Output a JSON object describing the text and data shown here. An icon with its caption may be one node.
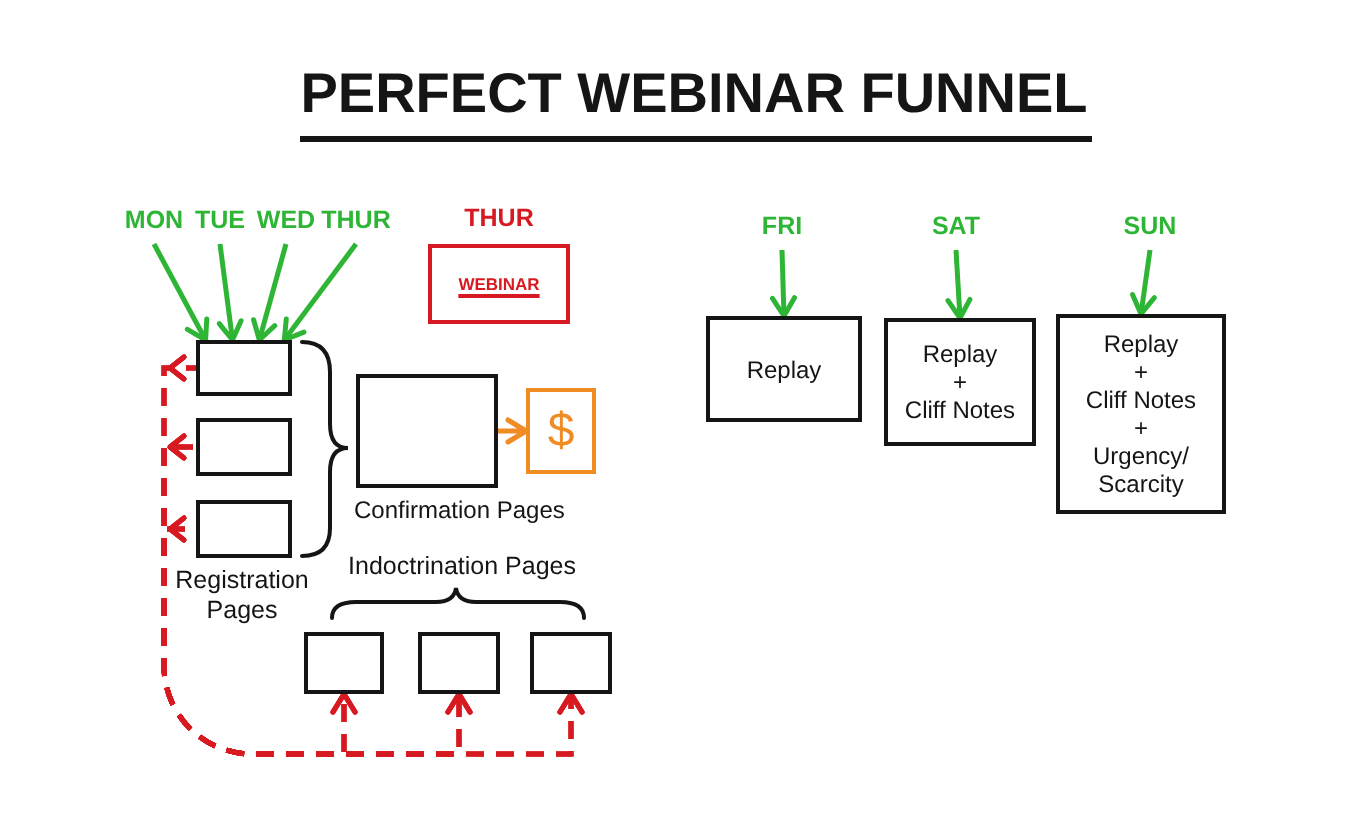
{
  "diagram": {
    "title": "PERFECT WEBINAR FUNNEL",
    "nodes": [
      {
        "text": [
          "MON"
        ]
      },
      {
        "text": [
          "TUE"
        ]
      },
      {
        "text": [
          "WED"
        ]
      },
      {
        "text": [
          "THUR"
        ]
      },
      {
        "text": [
          "THUR",
          "WEBINAR"
        ]
      },
      {
        "text": [
          "FRI"
        ]
      },
      {
        "text": [
          "SAT"
        ]
      },
      {
        "text": [
          "SUN"
        ]
      },
      {
        "text": [
          "Replay"
        ]
      },
      {
        "text": [
          "Replay",
          "+",
          "Cliff Notes"
        ]
      },
      {
        "text": [
          "Replay",
          "+",
          "Cliff Notes",
          "+",
          "Urgency/ Scarcity"
        ]
      },
      {
        "text": [],
        "shape": "box"
      },
      {
        "text": [],
        "shape": "box"
      },
      {
        "text": [],
        "shape": "box"
      },
      {
        "text": [],
        "shape": "box",
        "beside": [
          "Confirmation Pages"
        ]
      },
      {
        "text": [
          "$"
        ]
      },
      {
        "text": [],
        "shape": "box"
      },
      {
        "text": [],
        "shape": "box"
      },
      {
        "text": [],
        "shape": "box"
      }
    ],
    "edges": [
      {
        "from": 0,
        "to": 11,
        "arrow": "to",
        "color": "#2fb536"
      },
      {
        "from": 1,
        "to": 11,
        "arrow": "to",
        "color": "#2fb536"
      },
      {
        "from": 2,
        "to": 11,
        "arrow": "to",
        "color": "#2fb536"
      },
      {
        "from": 3,
        "to": 11,
        "arrow": "to",
        "color": "#2fb536"
      },
      {
        "from": 5,
        "to": 8,
        "arrow": "to",
        "color": "#2fb536"
      },
      {
        "from": 6,
        "to": 9,
        "arrow": "to",
        "color": "#2fb536"
      },
      {
        "from": 7,
        "to": 10,
        "arrow": "to",
        "color": "#2fb536"
      },
      {
        "from": 14,
        "to": 15,
        "arrow": "to",
        "color": "#f08c24"
      },
      {
        "from": 11,
        "to": 16,
        "arrow": "to",
        "style": "dashed",
        "color": "#d71a21"
      },
      {
        "from": 11,
        "to": 17,
        "arrow": "to",
        "style": "dashed",
        "color": "#d71a21"
      },
      {
        "from": 11,
        "to": 18,
        "arrow": "to",
        "style": "dashed",
        "color": "#d71a21"
      },
      {
        "from": 12,
        "to": 16,
        "arrow": "to",
        "style": "dashed",
        "color": "#d71a21"
      },
      {
        "from": 12,
        "to": 17,
        "arrow": "to",
        "style": "dashed",
        "color": "#d71a21"
      },
      {
        "from": 12,
        "to": 18,
        "arrow": "to",
        "style": "dashed",
        "color": "#d71a21"
      },
      {
        "from": 13,
        "to": 16,
        "arrow": "to",
        "style": "dashed",
        "color": "#d71a21"
      },
      {
        "from": 13,
        "to": 17,
        "arrow": "to",
        "style": "dashed",
        "color": "#d71a21"
      },
      {
        "from": 13,
        "to": 18,
        "arrow": "to",
        "style": "dashed",
        "color": "#d71a21"
      }
    ],
    "labels": [
      "Registration Pages",
      "Indoctrination Pages"
    ]
  }
}
